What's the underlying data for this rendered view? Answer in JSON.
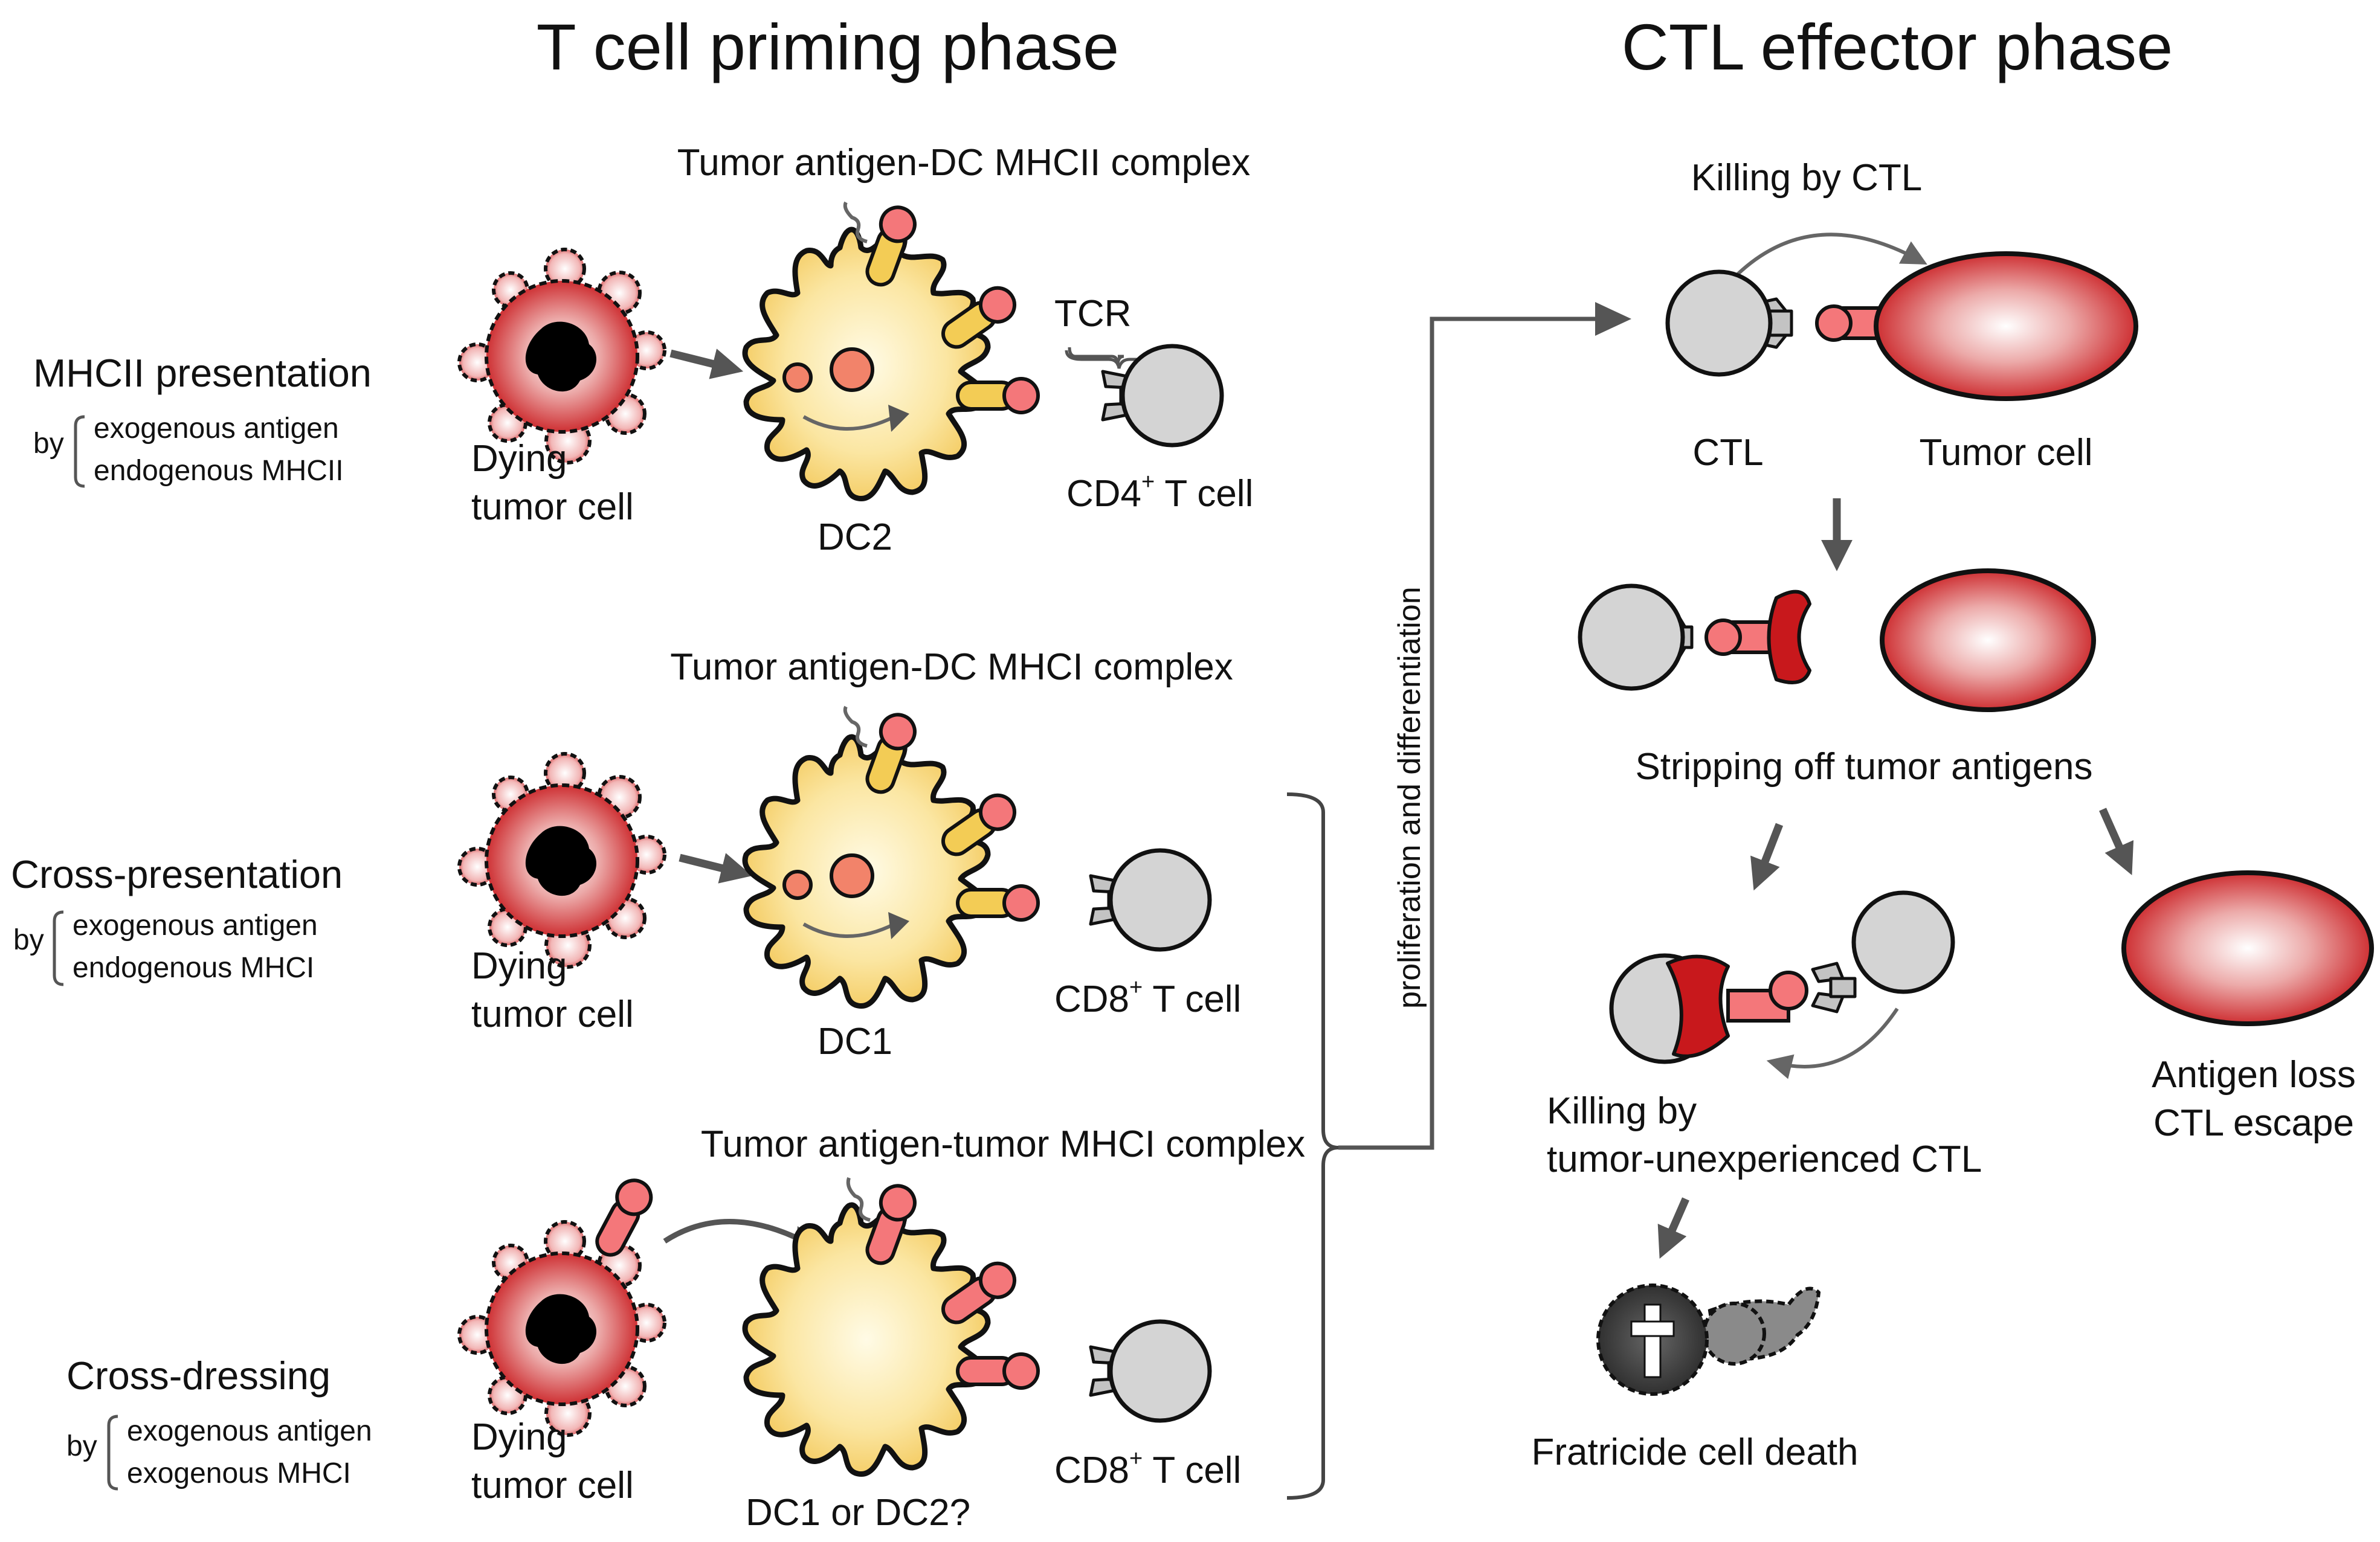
{
  "headers": {
    "left": "T cell priming phase",
    "right": "CTL effector phase"
  },
  "rows": [
    {
      "mode": "MHCII presentation",
      "by": "by",
      "line1": "exogenous antigen",
      "line2": "endogenous MHCII",
      "complex": "Tumor antigen-DC MHCII complex",
      "tumor_line1": "Dying",
      "tumor_line2": "tumor cell",
      "dc": "DC2",
      "tcell_prefix": "CD4",
      "tcell_sup": "+",
      "tcell_suffix": " T cell",
      "tcr": "TCR"
    },
    {
      "mode": "Cross-presentation",
      "by": "by",
      "line1": "exogenous antigen",
      "line2": "endogenous MHCI",
      "complex": "Tumor antigen-DC MHCI complex",
      "tumor_line1": "Dying",
      "tumor_line2": "tumor cell",
      "dc": "DC1",
      "tcell_prefix": "CD8",
      "tcell_sup": "+",
      "tcell_suffix": " T cell"
    },
    {
      "mode": "Cross-dressing",
      "by": "by",
      "line1": "exogenous antigen",
      "line2": "exogenous MHCI",
      "complex": "Tumor antigen-tumor MHCI complex",
      "tumor_line1": "Dying",
      "tumor_line2": "tumor cell",
      "dc": "DC1 or DC2?",
      "tcell_prefix": "CD8",
      "tcell_sup": "+",
      "tcell_suffix": " T cell"
    }
  ],
  "bracket_label": "proliferation and differentiation",
  "effector": {
    "killing_by_ctl": "Killing by CTL",
    "ctl": "CTL",
    "tumor_cell": "Tumor cell",
    "stripping": "Stripping off tumor antigens",
    "killing_unexp_line1": "Killing by",
    "killing_unexp_line2": "tumor-unexperienced CTL",
    "antigen_loss_line1": "Antigen loss",
    "antigen_loss_line2": "CTL escape",
    "fratricide": "Fratricide cell death"
  },
  "icons": [
    "dying-tumor-cell-icon",
    "dendritic-cell-icon",
    "t-cell-icon",
    "tumor-cell-icon",
    "cross-icon"
  ],
  "colors": {
    "tumor_red": "#c8181c",
    "dc_yellow": "#f3cc55",
    "antigen_pink": "#f4777a",
    "tcell_grey": "#d4d4d4",
    "arrow_grey": "#555555"
  }
}
